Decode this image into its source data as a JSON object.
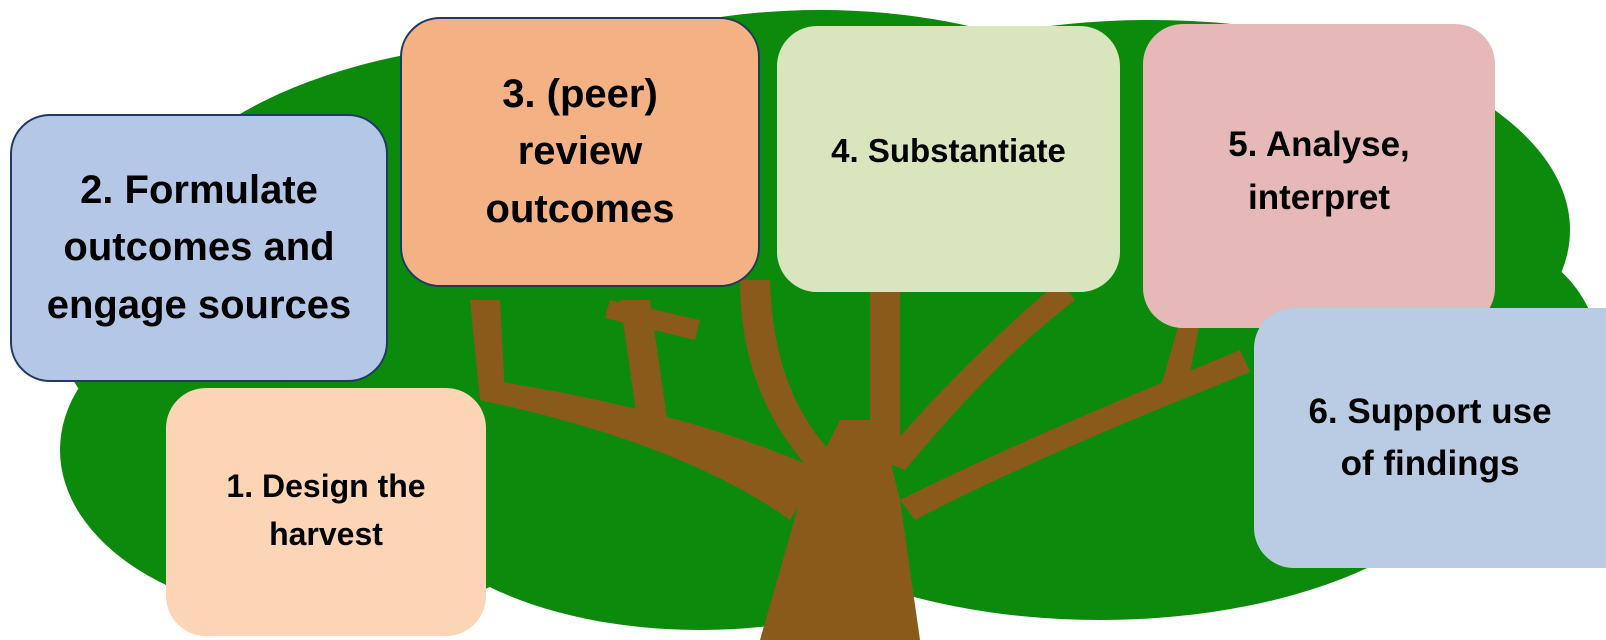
{
  "colors": {
    "canopy": "#0b8a0b",
    "trunk": "#8a5a1b",
    "step_1_fill": "#fbd5b5",
    "step_2_fill": "#b4c7e7",
    "step_3_fill": "#f4b183",
    "step_4_fill": "#d9e5bd",
    "step_5_fill": "#e6b8b7",
    "step_6_fill": "#b9cce4",
    "outline": "#1f3864"
  },
  "steps": [
    {
      "label": "1. Design the\nharvest"
    },
    {
      "label": "2. Formulate\noutcomes and\nengage sources"
    },
    {
      "label": "3. (peer)\nreview\noutcomes"
    },
    {
      "label": "4. Substantiate"
    },
    {
      "label": "5. Analyse,\ninterpret"
    },
    {
      "label": "6. Support use\nof findings"
    }
  ]
}
